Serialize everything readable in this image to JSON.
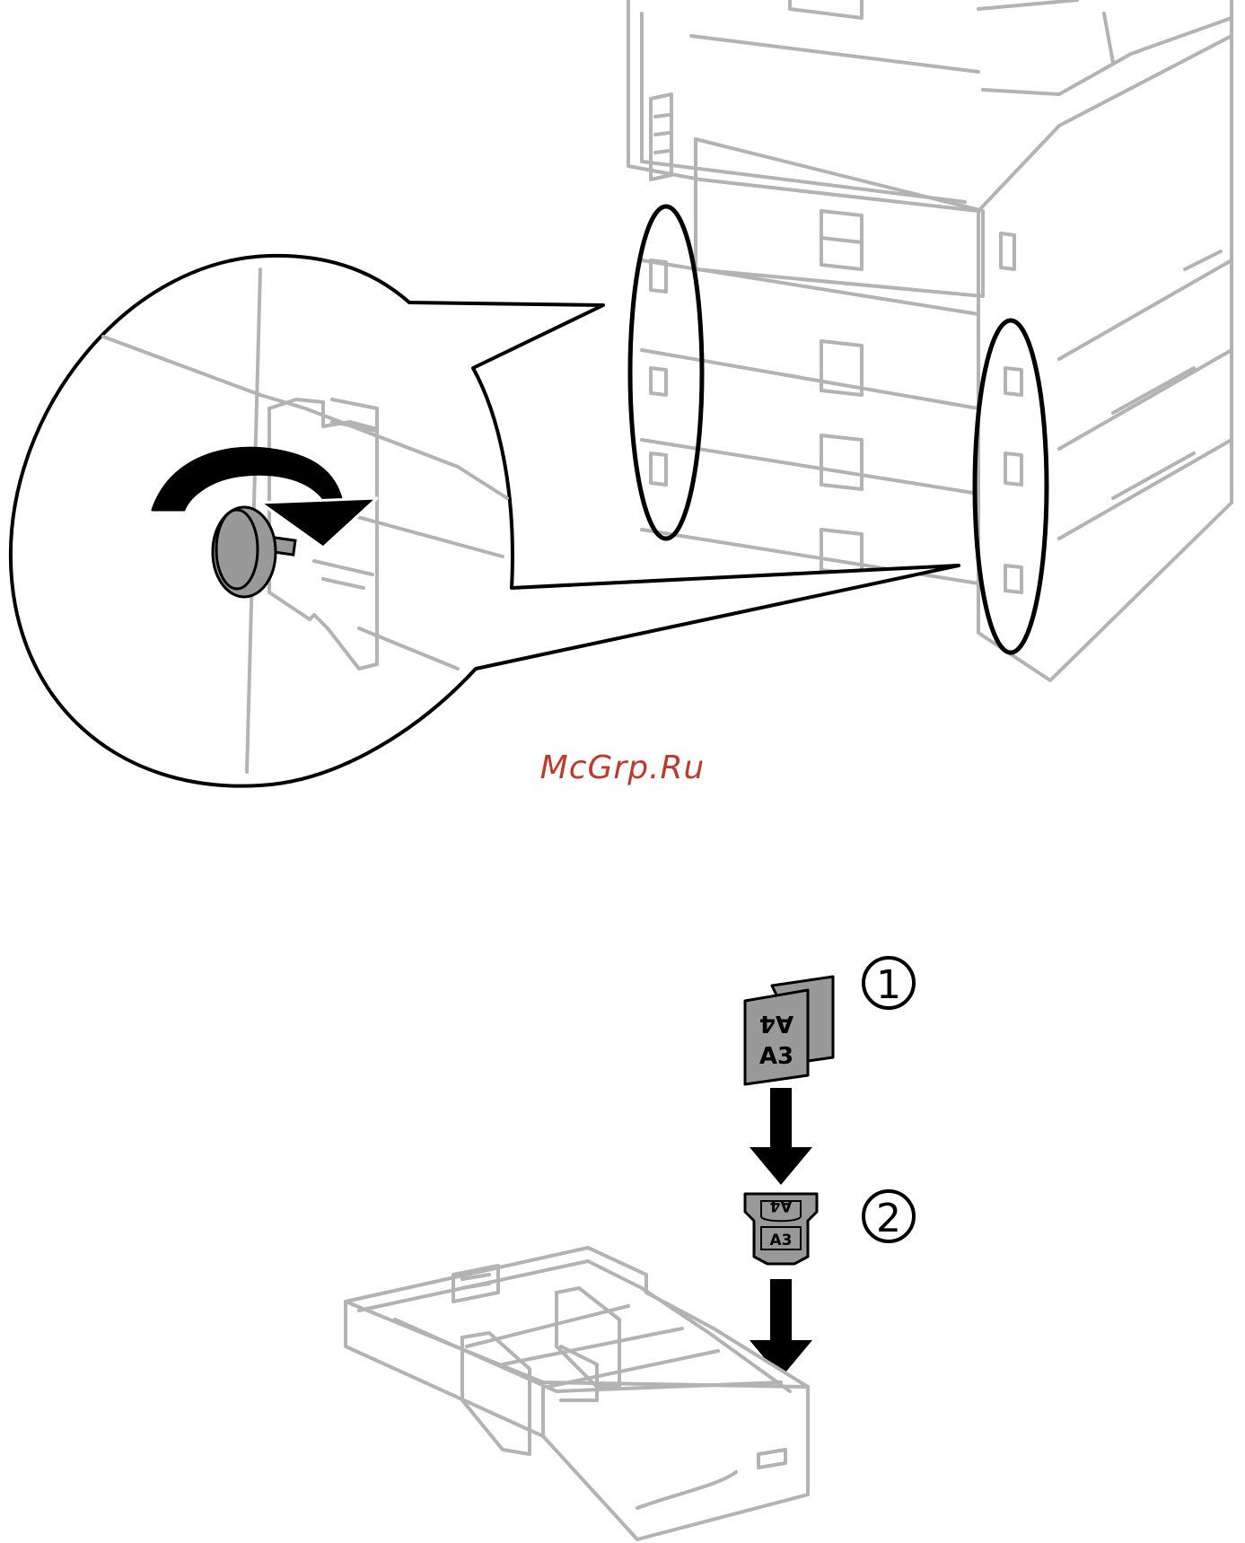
{
  "watermark": {
    "text": "McGrp.Ru",
    "color": "#c0392b"
  },
  "step_markers": [
    {
      "label": "1"
    },
    {
      "label": "2"
    }
  ],
  "paper_size_labels": {
    "clip_top": "A4",
    "clip_bottom": "A3",
    "holder_top": "A4",
    "holder_bottom": "A3"
  },
  "colors": {
    "outline_gray": "#b3b3b3",
    "part_gray": "#999999",
    "ink": "#000000"
  }
}
